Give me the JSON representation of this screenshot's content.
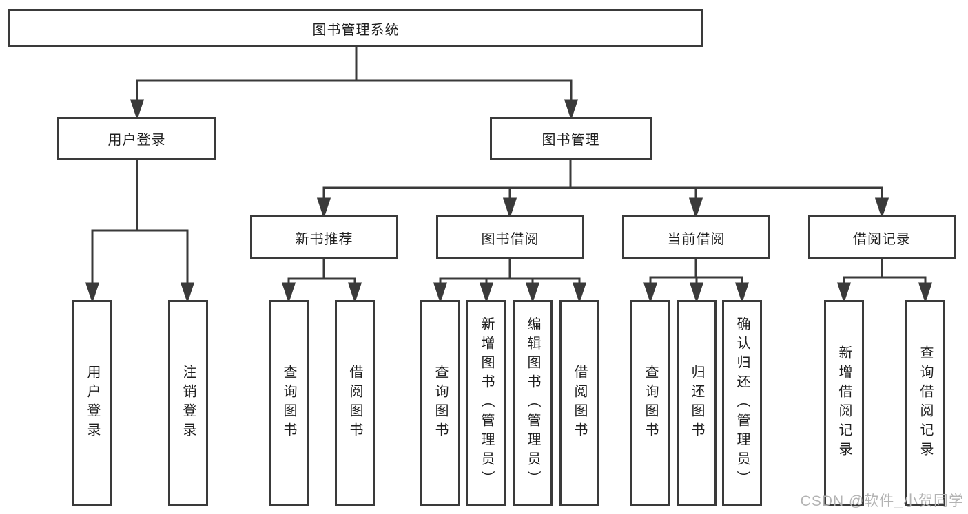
{
  "diagram": {
    "root": {
      "label": "图书管理系统"
    },
    "branches": [
      {
        "label": "用户登录",
        "children": [
          {
            "label": "用户登录"
          },
          {
            "label": "注销登录"
          }
        ]
      },
      {
        "label": "图书管理",
        "children": [
          {
            "label": "新书推荐",
            "children": [
              {
                "label": "查询图书"
              },
              {
                "label": "借阅图书"
              }
            ]
          },
          {
            "label": "图书借阅",
            "children": [
              {
                "label": "查询图书"
              },
              {
                "label": "新增图书（管理员）"
              },
              {
                "label": "编辑图书（管理员）"
              },
              {
                "label": "借阅图书"
              }
            ]
          },
          {
            "label": "当前借阅",
            "children": [
              {
                "label": "查询图书"
              },
              {
                "label": "归还图书"
              },
              {
                "label": "确认归还（管理员）"
              }
            ]
          },
          {
            "label": "借阅记录",
            "children": [
              {
                "label": "新增借阅记录"
              },
              {
                "label": "查询借阅记录"
              }
            ]
          }
        ]
      }
    ]
  },
  "watermark": {
    "text": "CSDN @软件_小贺同学"
  },
  "colors": {
    "line": "#3a3a3a",
    "box_border": "#3a3a3a",
    "box_fill": "#ffffff",
    "text": "#1f1f1f",
    "background": "#ffffff",
    "watermark": "#b3b3b3"
  }
}
